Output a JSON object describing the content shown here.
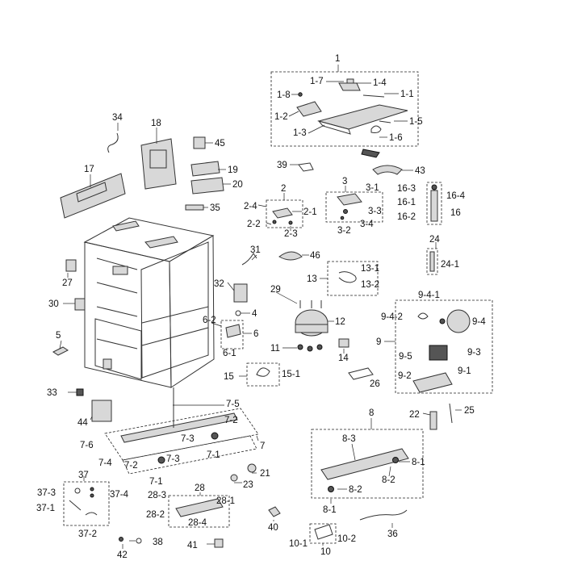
{
  "labels": {
    "l1": "1",
    "l1_7": "1-7",
    "l1_4": "1-4",
    "l1_8": "1-8",
    "l1_1": "1-1",
    "l1_2": "1-2",
    "l1_5": "1-5",
    "l1_3": "1-3",
    "l1_6": "1-6",
    "l34": "34",
    "l18": "18",
    "l45": "45",
    "l19": "19",
    "l20": "20",
    "l17": "17",
    "l35": "35",
    "l39": "39",
    "l43": "43",
    "l3": "3",
    "l3_1": "3-1",
    "l3_3": "3-3",
    "l3_4": "3-4",
    "l3_2": "3-2",
    "l2": "2",
    "l2_4": "2-4",
    "l2_1": "2-1",
    "l2_2": "2-2",
    "l2_3": "2-3",
    "l16_3": "16-3",
    "l16_4": "16-4",
    "l16_1": "16-1",
    "l16": "16",
    "l16_2": "16-2",
    "l24": "24",
    "l24_1": "24-1",
    "l31": "31",
    "l46": "46",
    "l27": "27",
    "l32": "32",
    "l13": "13",
    "l13_1": "13-1",
    "l13_2": "13-2",
    "l29": "29",
    "l30": "30",
    "l4": "4",
    "l12": "12",
    "l9_4_1": "9-4-1",
    "l9_4_2": "9-4-2",
    "l9_4": "9-4",
    "l9": "9",
    "l9_3": "9-3",
    "l9_5": "9-5",
    "l9_1": "9-1",
    "l9_2": "9-2",
    "l5": "5",
    "l6_2": "6-2",
    "l6": "6",
    "l6_1": "6-1",
    "l11": "11",
    "l14": "14",
    "l15": "15",
    "l15_1": "15-1",
    "l26": "26",
    "l33": "33",
    "l7_5": "7-5",
    "l44": "44",
    "l7_2a": "7-2",
    "l22": "22",
    "l25": "25",
    "l8": "8",
    "l7_6": "7-6",
    "l7_3a": "7-3",
    "l7": "7",
    "l8_3": "8-3",
    "l7_4": "7-4",
    "l7_2b": "7-2",
    "l7_1a": "7-1",
    "l7_3b": "7-3",
    "l7_1b": "7-1",
    "l21": "21",
    "l23": "23",
    "l8_1a": "8-1",
    "l8_2a": "8-2",
    "l37": "37",
    "l28": "28",
    "l37_3": "37-3",
    "l37_4": "37-4",
    "l28_3": "28-3",
    "l28_1": "28-1",
    "l8_2b": "8-2",
    "l37_1": "37-1",
    "l28_2": "28-2",
    "l28_4": "28-4",
    "l8_1b": "8-1",
    "l40": "40",
    "l37_2": "37-2",
    "l36": "36",
    "l38": "38",
    "l10_2": "10-2",
    "l41": "41",
    "l10_1": "10-1",
    "l10": "10",
    "l42": "42"
  }
}
